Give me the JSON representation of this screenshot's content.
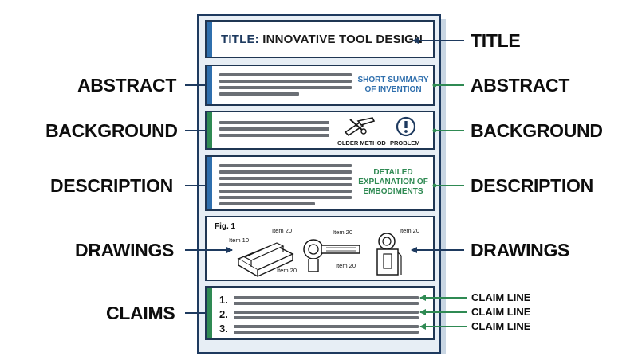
{
  "document": {
    "title_prefix": "TITLE:",
    "title_text": "INNOVATIVE TOOL DESIGN"
  },
  "left_labels": {
    "abstract": "ABSTRACT",
    "background": "BACKGROUND",
    "description": "DESCRIPTION",
    "drawings": "DRAWINGS",
    "claims": "CLAIMS"
  },
  "right_labels": {
    "title": "TITLE",
    "abstract": "ABSTRACT",
    "background": "BACKGROUND",
    "description": "DESCRIPTION",
    "drawings": "DRAWINGS",
    "claim_lines": [
      "CLAIM LINE",
      "CLAIM LINE",
      "CLAIM LINE"
    ]
  },
  "abstract_panel": {
    "note_line1": "SHORT SUMMARY",
    "note_line2": "OF INVENTION"
  },
  "background_panel": {
    "older_method": "OLDER METHOD",
    "problem": "PROBLEM"
  },
  "description_panel": {
    "note_line1": "DETAILED",
    "note_line2": "EXPLANATION OF",
    "note_line3": "EMBODIMENTS"
  },
  "drawings_panel": {
    "figure": "Fig. 1",
    "items": [
      "Item 10",
      "Item 20",
      "Item 20",
      "Item 20",
      "Item 20",
      "Item 20"
    ]
  },
  "claims_panel": {
    "numbers": [
      "1.",
      "2.",
      "3."
    ]
  },
  "colors": {
    "navy": "#1e3a5f",
    "blue": "#2f6fad",
    "green": "#2f8a53",
    "text_line": "#6b6f75"
  }
}
